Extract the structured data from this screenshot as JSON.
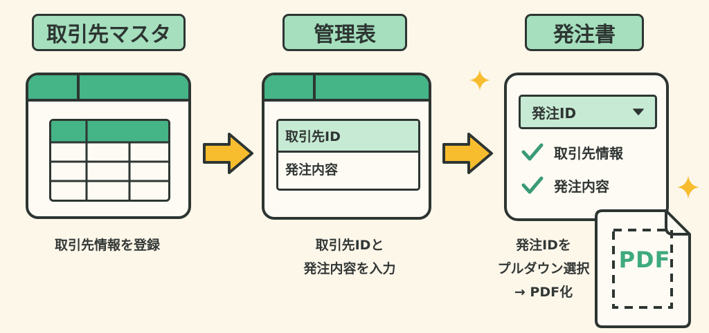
{
  "steps": [
    {
      "title": "取引先マスタ",
      "caption": [
        "取引先情報を登録"
      ]
    },
    {
      "title": "管理表",
      "fields": [
        "取引先ID",
        "発注内容"
      ],
      "caption": [
        "取引先IDと",
        "発注内容を入力"
      ]
    },
    {
      "title": "発注書",
      "select": {
        "value": "発注ID",
        "icon": "dropdown-triangle-icon"
      },
      "checklist": [
        "取引先情報",
        "発注内容"
      ],
      "document_label": "PDF",
      "caption": [
        "発注IDを",
        "プルダウン選択",
        "→ PDF化"
      ]
    }
  ],
  "colors": {
    "background": "#fdf7ea",
    "accent_green": "#45b487",
    "pill_green": "#a5dfbd",
    "light_green": "#c6ead3",
    "arrow_yellow": "#f7bd2e",
    "outline": "#2d3532",
    "check_green": "#3a9a77"
  }
}
